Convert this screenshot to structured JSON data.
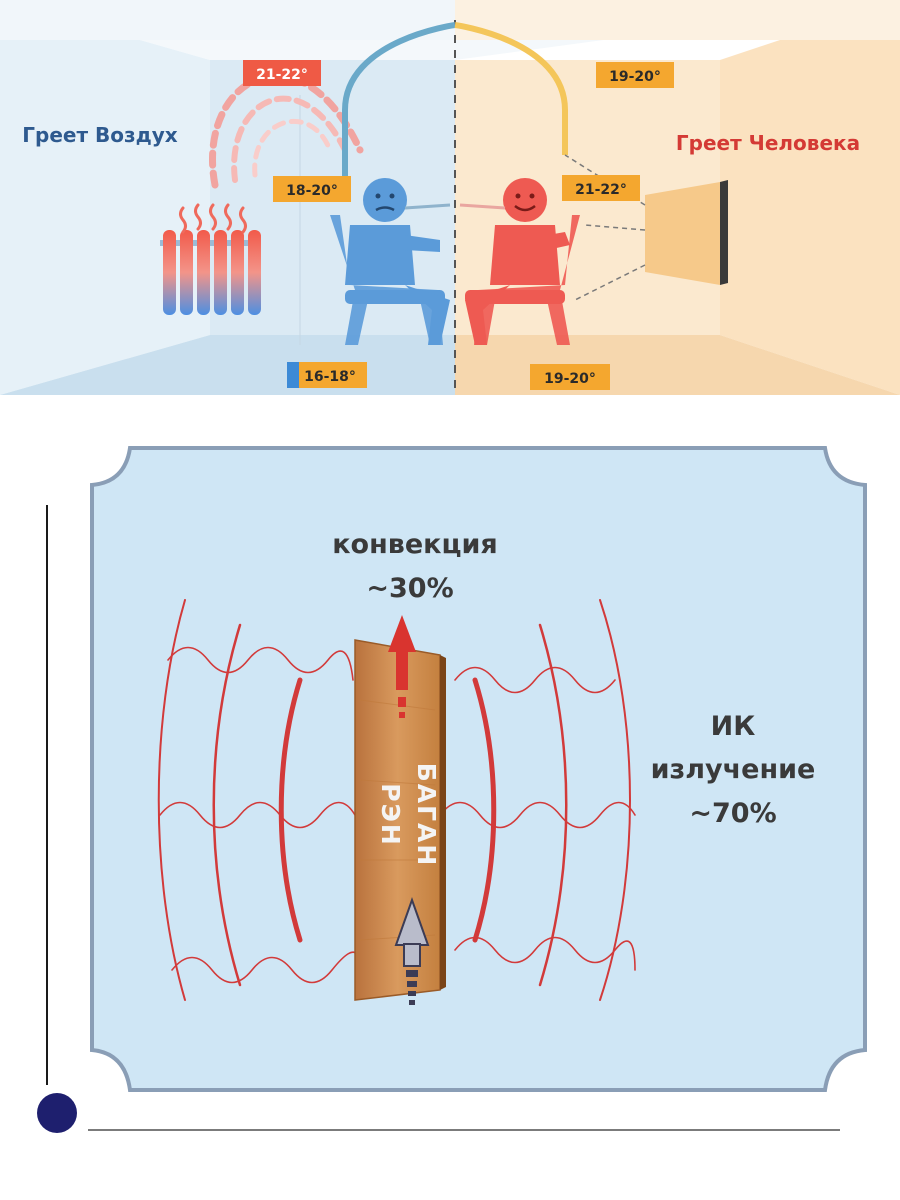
{
  "top": {
    "left_title": "Греет Воздух",
    "right_title": "Греет Человека",
    "left_ceiling_temp": "21-22°",
    "left_mid_temp": "18-20°",
    "left_floor_temp": "16-18°",
    "right_ceiling_temp": "19-20°",
    "right_mid_temp": "21-22°",
    "right_floor_temp": "19-20°"
  },
  "bottom": {
    "convection_label": "конвекция",
    "convection_value": "~30%",
    "ir_label_line1": "ИК",
    "ir_label_line2": "излучение",
    "ir_value": "~70%",
    "panel_text_1": "РЭН",
    "panel_text_2": "БАГАН"
  },
  "colors": {
    "cold_blue": "#5b9bd9",
    "warm_red": "#e8524f",
    "left_title_color": "#2e5a8f",
    "right_title_color": "#d43a35",
    "bottom_bg": "#cfe6f5",
    "dot": "#1e1f6e"
  }
}
